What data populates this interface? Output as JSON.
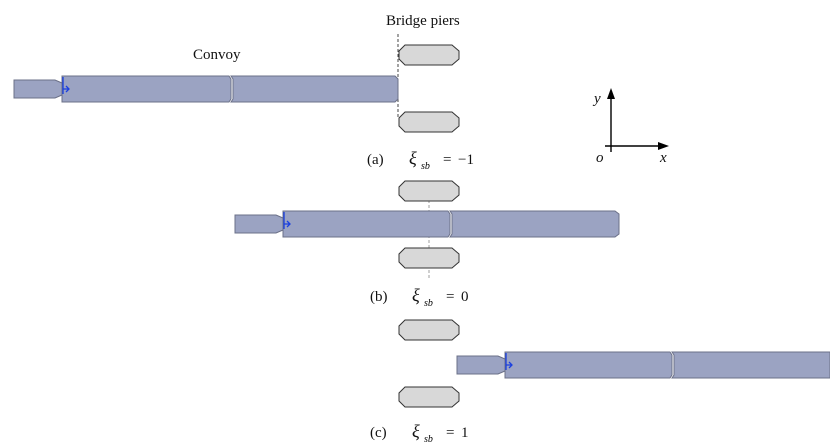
{
  "labels": {
    "bridge_piers": "Bridge piers",
    "convoy": "Convoy"
  },
  "axes": {
    "y": "y",
    "x": "x",
    "origin": "o"
  },
  "cases": [
    {
      "tag": "(a)",
      "symbol": "ξ",
      "subscript": "sb",
      "equals": "=",
      "value": "−1"
    },
    {
      "tag": "(b)",
      "symbol": "ξ",
      "subscript": "sb",
      "equals": "=",
      "value": "0"
    },
    {
      "tag": "(c)",
      "symbol": "ξ",
      "subscript": "sb",
      "equals": "=",
      "value": "1"
    }
  ],
  "colors": {
    "barge_fill": "#9ba3c2",
    "pier_fill": "#d8d8d8",
    "marker": "#1a3fe0"
  }
}
